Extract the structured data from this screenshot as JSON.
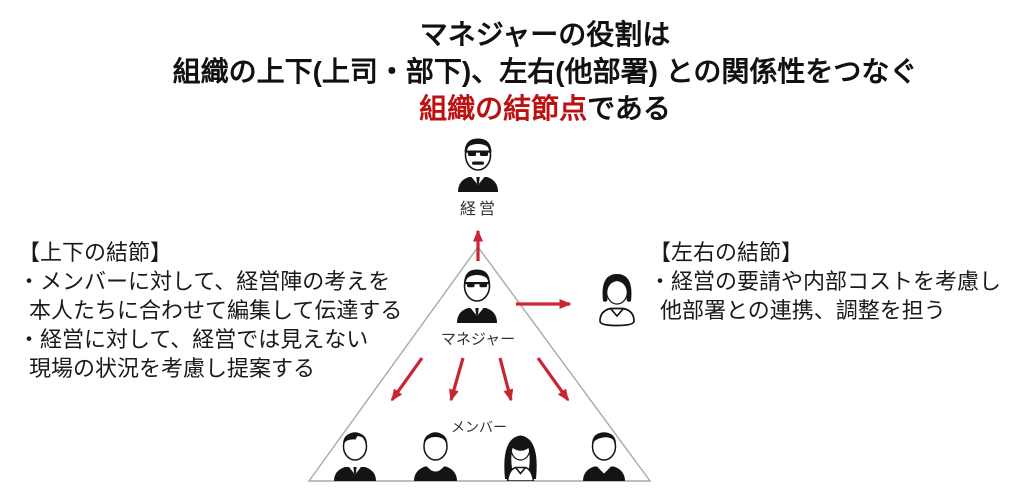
{
  "title": {
    "line1": "マネジャーの役割は",
    "line2": "組織の上下(上司・部下)、左右(他部署) との関係性をつなぐ",
    "line3_red": "組織の結節点",
    "line3_black": "である"
  },
  "left_note": {
    "heading": "【上下の結節】",
    "lines": [
      "・メンバーに対して、経営陣の考えを",
      "本人たちに合わせて編集して伝達する",
      "・経営に対して、経営では見えない",
      "現場の状況を考慮し提案する"
    ]
  },
  "right_note": {
    "heading": "【左右の結節】",
    "lines": [
      "・経営の要請や内部コストを考慮し",
      "他部署との連携、調整を担う"
    ]
  },
  "diagram": {
    "top_label": "経営",
    "center_label": "マネジャー",
    "bottom_label": "メンバー",
    "icons": {
      "top": "executive-icon",
      "center": "manager-icon",
      "right": "other-department-person-icon",
      "bottom": [
        "member-man-suit-icon",
        "member-man-icon",
        "member-woman-icon",
        "member-man-icon"
      ]
    }
  },
  "colors": {
    "title_accent_red": "#bd1010",
    "arrow_red": "#c92432",
    "triangle_stroke": "#a9a9a9",
    "icon_black": "#141414",
    "text_black": "#1a1a1a",
    "label_gray": "#333333"
  }
}
